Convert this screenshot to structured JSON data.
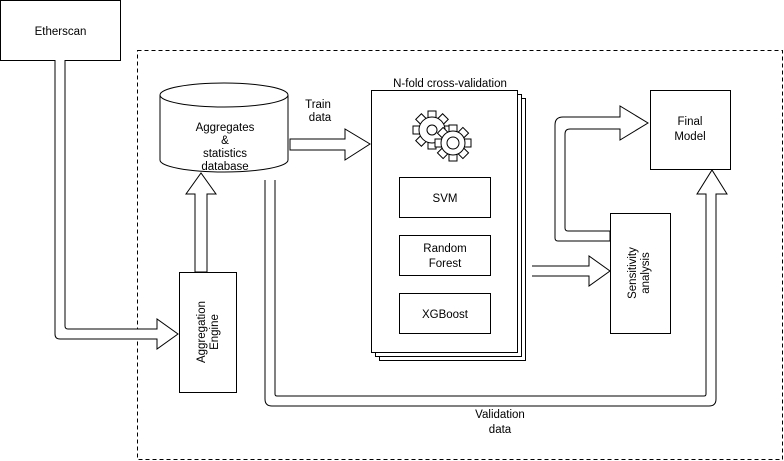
{
  "diagram": {
    "etherscan": "Etherscan",
    "database": {
      "line1": "Aggregates",
      "line2": "&",
      "line3": "statistics",
      "line4": "database"
    },
    "aggregation_engine": {
      "line1": "Aggregation",
      "line2": "Engine"
    },
    "train_data": {
      "line1": "Train",
      "line2": "data"
    },
    "cv_title": "N-fold cross-validation",
    "models": {
      "svm": "SVM",
      "random_forest": {
        "line1": "Random",
        "line2": "Forest"
      },
      "xgboost": "XGBoost"
    },
    "sensitivity": {
      "line1": "Sensitivity",
      "line2": "analysis"
    },
    "final_model": {
      "line1": "Final",
      "line2": "Model"
    },
    "validation_data": {
      "line1": "Validation",
      "line2": "data"
    }
  },
  "icons": {
    "gears": "gears-icon"
  }
}
